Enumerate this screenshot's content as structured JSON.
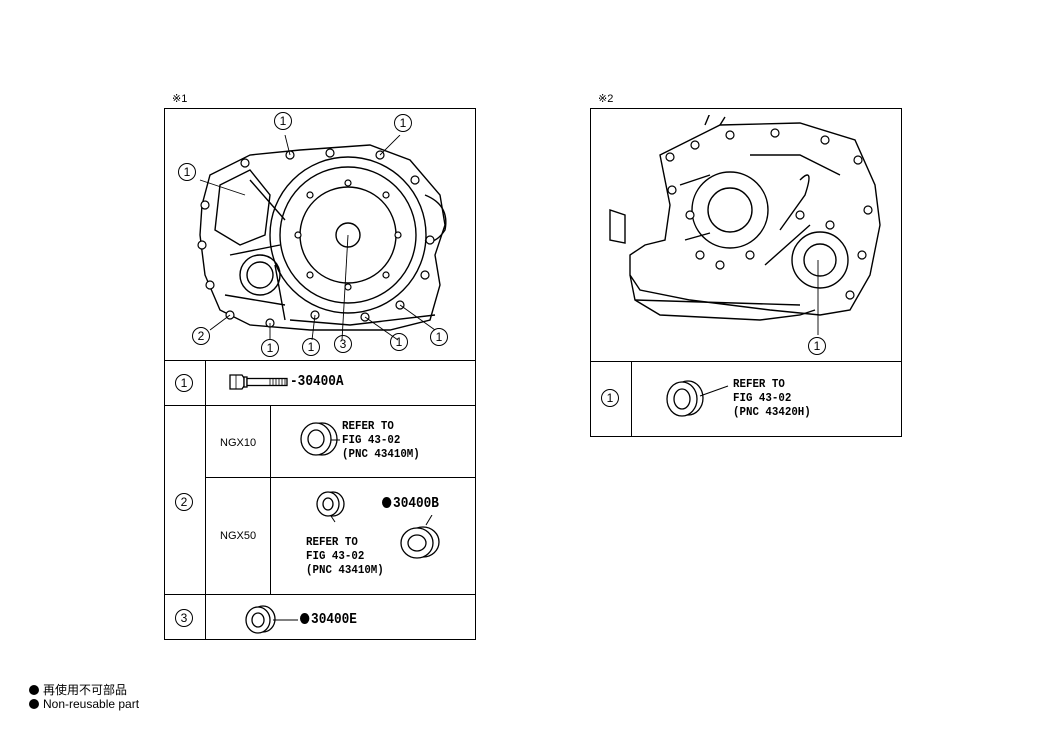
{
  "left_figure": {
    "note": "※1",
    "callouts": {
      "c1": "1",
      "c2": "1",
      "c3": "1",
      "c4": "2",
      "c5": "1",
      "c6": "1",
      "c7": "3",
      "c8": "1",
      "c9": "1"
    },
    "table": {
      "row1": {
        "index": "1",
        "part_number": "30400A"
      },
      "row2": {
        "index": "2",
        "ngx10": {
          "model": "NGX10",
          "refer": [
            "REFER TO",
            "FIG 43-02",
            "(PNC 43410M)"
          ]
        },
        "ngx50": {
          "model": "NGX50",
          "refer": [
            "REFER TO",
            "FIG 43-02",
            "(PNC 43410M)"
          ],
          "part_number": "30400B"
        }
      },
      "row3": {
        "index": "3",
        "part_number": "30400E"
      }
    }
  },
  "right_figure": {
    "note": "※2",
    "callouts": {
      "c1": "1"
    },
    "table": {
      "row1": {
        "index": "1",
        "refer": [
          "REFER TO",
          "FIG 43-02",
          "(PNC 43420H)"
        ]
      }
    }
  },
  "legend": {
    "line1": "再使用不可部品",
    "line2": "Non-reusable part"
  }
}
